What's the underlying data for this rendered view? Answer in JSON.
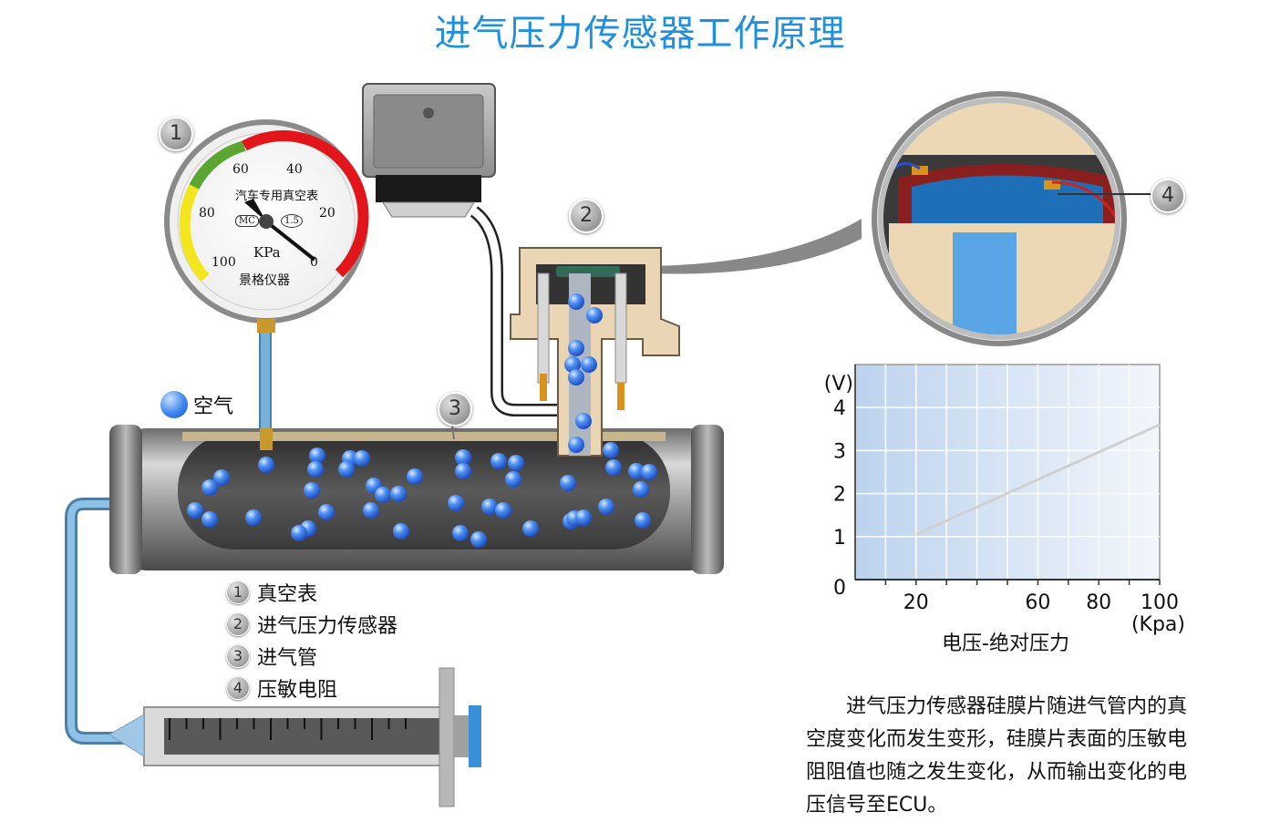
{
  "title": "进气压力传感器工作原理",
  "badges": [
    "1",
    "2",
    "3",
    "4"
  ],
  "air_legend": "空气",
  "legend": [
    {
      "num": "1",
      "text": "真空表"
    },
    {
      "num": "2",
      "text": "进气压力传感器"
    },
    {
      "num": "3",
      "text": "进气管"
    },
    {
      "num": "4",
      "text": "压敏电阻"
    }
  ],
  "gauge": {
    "brand": "汽车专用真空表",
    "unit": "KPa",
    "maker": "景格仪器",
    "mark_left": "MC",
    "mark_right": "1.5",
    "ticks": [
      "100",
      "80",
      "60",
      "40",
      "20",
      "0"
    ]
  },
  "description": "进气压力传感器硅膜片随进气管内的真空度变化而发生变形，硅膜片表面的压敏电阻阻值也随之发生变化，从而输出变化的电压信号至ECU。",
  "chart_caption": "电压-绝对压力",
  "chart_data": {
    "type": "line",
    "title": "",
    "xlabel": "(Kpa)",
    "ylabel": "(V)",
    "x_ticks": [
      "20",
      "60",
      "80",
      "100"
    ],
    "y_ticks": [
      "0",
      "1",
      "2",
      "3",
      "4"
    ],
    "xlim": [
      0,
      100
    ],
    "ylim": [
      0,
      5
    ],
    "series": [
      {
        "values": [
          [
            20,
            1.05
          ],
          [
            100,
            3.6
          ]
        ]
      }
    ],
    "grid": true
  },
  "colors": {
    "title": "#1f8fe0",
    "air": "#3f86f0",
    "line": "#d0d0d0"
  }
}
